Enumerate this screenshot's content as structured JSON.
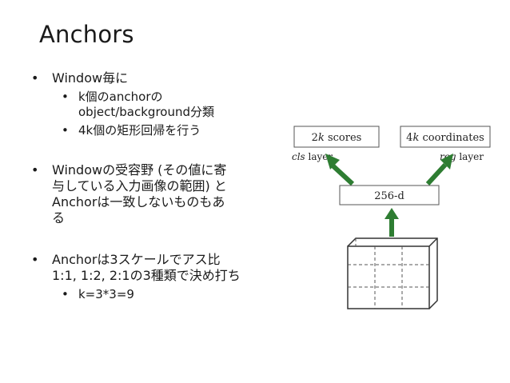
{
  "slide": {
    "title": "Anchors",
    "bullet_char": "•",
    "bullets": [
      {
        "text": "Window毎に"
      },
      {
        "text": "k個のanchorの"
      },
      {
        "text": "object/background分類"
      },
      {
        "text": "4k個の矩形回帰を行う"
      },
      {
        "text": "Windowの受容野 (その値に寄"
      },
      {
        "text": "与している入力画像の範囲) と"
      },
      {
        "text": "Anchorは一致しないものもあ"
      },
      {
        "text": "る"
      },
      {
        "text": "Anchorは3スケールでアス比"
      },
      {
        "text": "1:1, 1:2, 2:1の3種類で決め打ち"
      },
      {
        "text": "k=3*3=9"
      }
    ]
  },
  "diagram": {
    "scores_prefix": "2",
    "scores_k": "k",
    "scores_suffix": " scores",
    "coords_prefix": "4",
    "coords_k": "k",
    "coords_suffix": " coordinates",
    "cls_name": "cls",
    "cls_suffix": " layer",
    "reg_name": "reg",
    "reg_suffix": " layer",
    "feature": "256-d",
    "arrow_color": "#2e7d32"
  }
}
